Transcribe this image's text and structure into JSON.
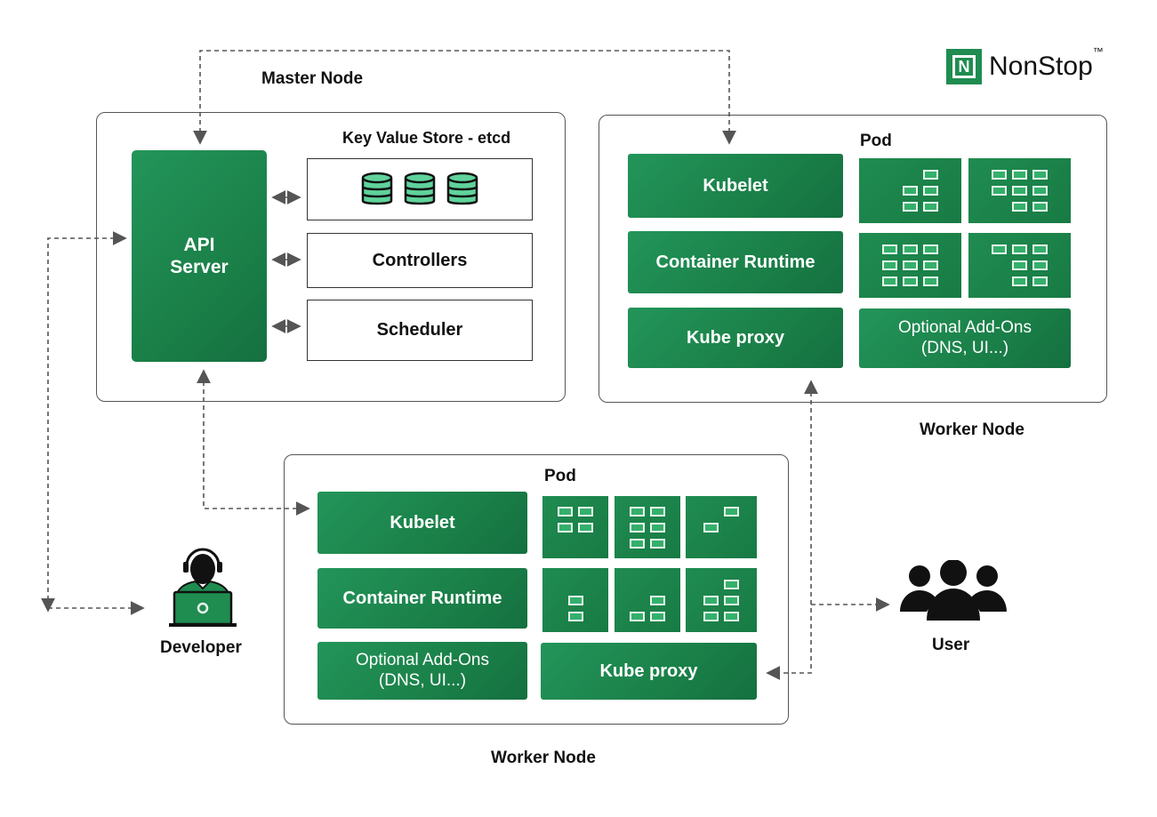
{
  "brand": {
    "name": "NonStop",
    "trademark": "™",
    "logo_letter": "N",
    "color": "#1f8c50"
  },
  "master_node": {
    "title": "Master Node",
    "api_server": "API\nServer",
    "etcd_title": "Key Value Store - etcd",
    "controllers": "Controllers",
    "scheduler": "Scheduler"
  },
  "worker_node_1": {
    "title": "Worker Node",
    "pod_label": "Pod",
    "kubelet": "Kubelet",
    "container_runtime": "Container Runtime",
    "kube_proxy": "Kube proxy",
    "addons": "Optional Add-Ons\n(DNS, UI...)"
  },
  "worker_node_2": {
    "title": "Worker Node",
    "pod_label": "Pod",
    "kubelet": "Kubelet",
    "container_runtime": "Container Runtime",
    "kube_proxy": "Kube proxy",
    "addons": "Optional Add-Ons\n(DNS, UI...)"
  },
  "actors": {
    "developer": "Developer",
    "user": "User"
  },
  "colors": {
    "accent": "#1f8c50",
    "arrow": "#555555"
  }
}
